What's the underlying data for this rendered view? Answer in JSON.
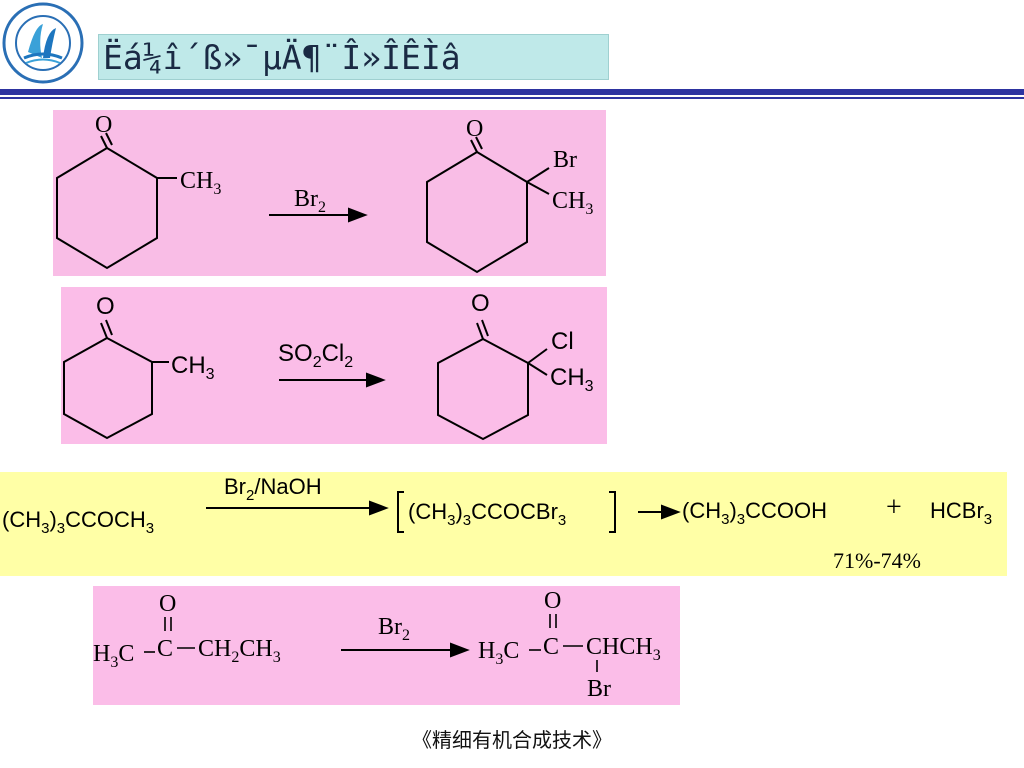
{
  "header": {
    "title": "Ëá¼î´ß»¯µÄ¶¨Î»ÎÊÌâ",
    "logo_icon": "university-seal-icon",
    "accent_color": "#2d33a0",
    "title_bg": "#bfe9e9"
  },
  "panels": {
    "p1": {
      "color": "#f9bde6",
      "reactant": {
        "o": "O",
        "ch3_main": "CH",
        "ch3_sub": "3"
      },
      "reagent": {
        "main": "Br",
        "sub": "2"
      },
      "product": {
        "o": "O",
        "br": "Br",
        "ch3_main": "CH",
        "ch3_sub": "3"
      }
    },
    "p2": {
      "color": "#fbbde8",
      "reactant": {
        "o": "O",
        "ch3_main": "CH",
        "ch3_sub": "3"
      },
      "reagent": {
        "a": "SO",
        "a_sub": "2",
        "b": "Cl",
        "b_sub": "2"
      },
      "product": {
        "o": "O",
        "cl": "Cl",
        "ch3_main": "CH",
        "ch3_sub": "3"
      }
    },
    "p3": {
      "color": "#ffffa6",
      "reactant": {
        "a": "(CH",
        "s1": "3",
        "b": ")",
        "s2": "3",
        "c": "CCOCH",
        "s3": "3"
      },
      "reagent": {
        "a": "Br",
        "s1": "2",
        "b": "/NaOH"
      },
      "intermediate": {
        "a": "(CH",
        "s1": "3",
        "b": ")",
        "s2": "3",
        "c": "CCOCBr",
        "s3": "3"
      },
      "product1": {
        "a": "(CH",
        "s1": "3",
        "b": ")",
        "s2": "3",
        "c": "CCOOH"
      },
      "plus": "+",
      "product2": {
        "a": "HCBr",
        "s1": "3"
      },
      "yield": "71%-74%"
    },
    "p4": {
      "color": "#fbbde8",
      "reactant": {
        "o": "O",
        "h3c_h": "H",
        "h3c_3": "3",
        "h3c_c": "C",
        "c": "C",
        "ch2_a": "CH",
        "ch2_s": "2",
        "ch2_b": "CH",
        "ch2_s2": "3"
      },
      "reagent": {
        "main": "Br",
        "sub": "2"
      },
      "product": {
        "o": "O",
        "h3c_h": "H",
        "h3c_3": "3",
        "h3c_c": "C",
        "c": "C",
        "chch": "CHCH",
        "chch_s": "3",
        "br": "Br"
      }
    }
  },
  "footer": {
    "text": "《精细有机合成技术》"
  }
}
